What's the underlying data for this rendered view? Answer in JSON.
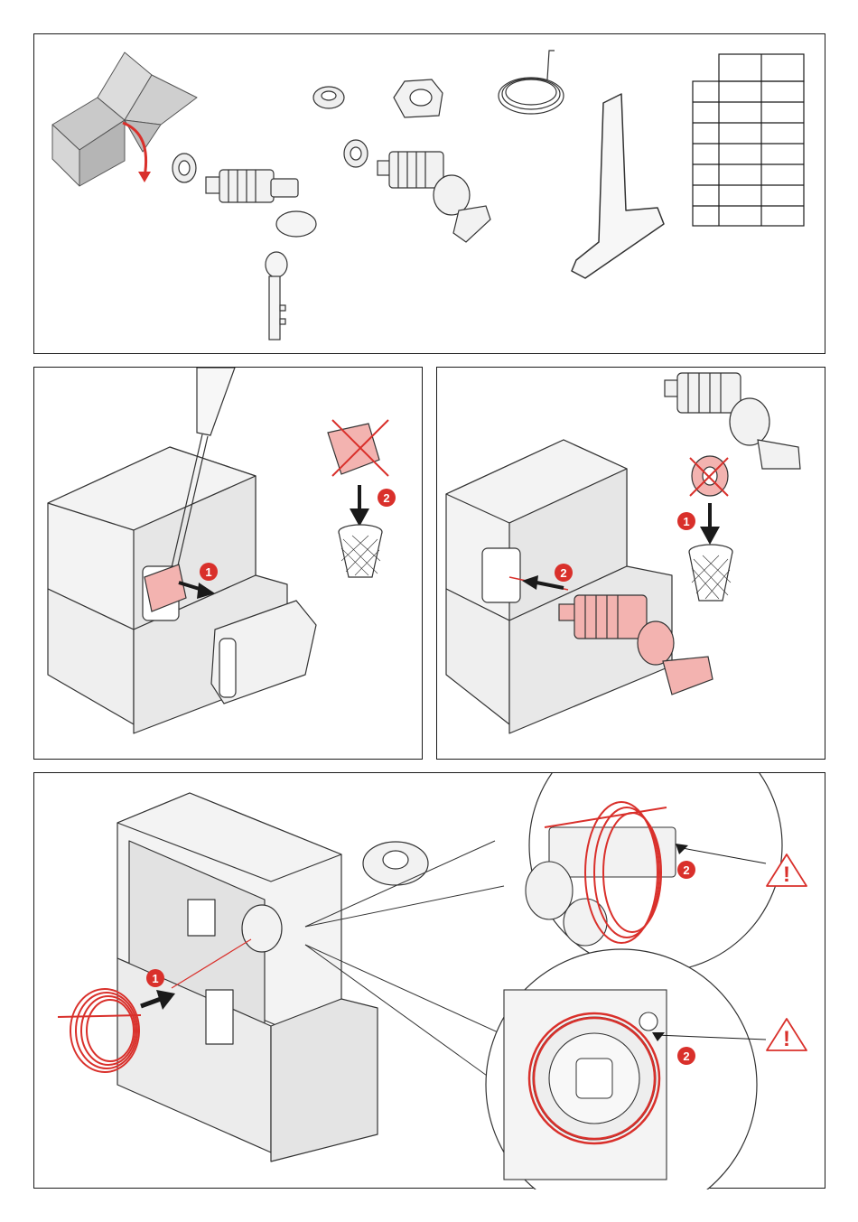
{
  "colors": {
    "accent": "#d9302b",
    "highlight_fill": "#f3b3b0",
    "line": "#1a1a1a",
    "box_fill": "#c9c9c9"
  },
  "panel_contents": {
    "kit": [
      "cardboard-box",
      "lock-nut",
      "key-lock-cylinder",
      "keys",
      "small-nut",
      "spring-retainer",
      "torsion-spring",
      "key-cylinder",
      "t-handle-key",
      "reference-table"
    ],
    "removal": [
      "screwdriver",
      "cover-plug",
      "trash-bin"
    ],
    "insertion": [
      "key-cylinder",
      "nut",
      "trash-bin"
    ],
    "spring": [
      "torsion-spring",
      "detail-magnifier-top",
      "detail-magnifier-bottom",
      "warning-triangle"
    ]
  },
  "reference_table": {
    "header_cols": 2,
    "data_rows": 7
  },
  "panel2": {
    "step1": "1",
    "step2": "2"
  },
  "panel3": {
    "step1": "1",
    "step2": "2"
  },
  "panel4": {
    "step1": "1",
    "step2_top": "2",
    "step2_bottom": "2",
    "warn_top": "!",
    "warn_bottom": "!"
  },
  "icons": {
    "warning": "warning-triangle-icon",
    "step": "step-number-icon",
    "discard": "cross-out-icon"
  }
}
